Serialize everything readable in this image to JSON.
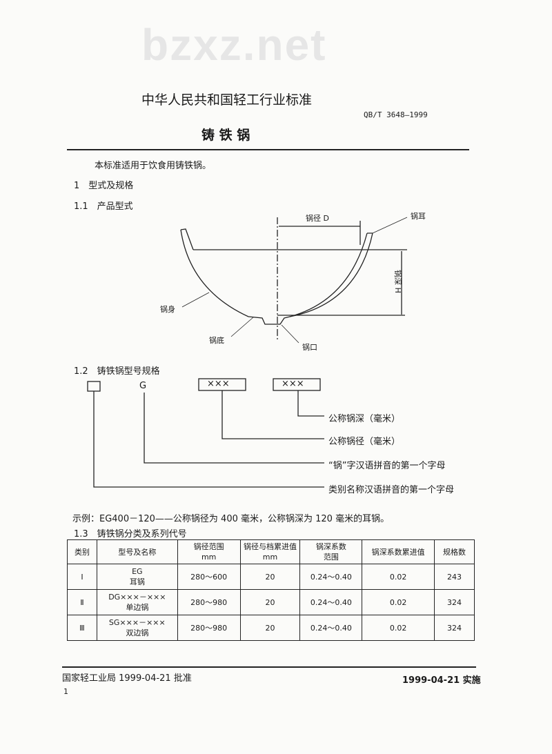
{
  "watermark": "bzxz.net",
  "header": {
    "title": "中华人民共和国轻工行业标准",
    "code": "QB/T 3648—1999",
    "doc_title": "铸 铁 锅"
  },
  "intro": "本标准适用于饮食用铸铁锅。",
  "s1": "1　型式及规格",
  "s11": "1.1　产品型式",
  "fig1": {
    "diameter": "锅径 D",
    "ear": "锅耳",
    "depth": "锅深 H",
    "body": "锅身",
    "bottom": "锅底",
    "mouth": "锅口"
  },
  "s12": "1.2　铸铁锅型号规格",
  "fig2": {
    "g": "G",
    "box1": "×××",
    "box2": "×××",
    "l1": "公称锅深（毫米）",
    "l2": "公称锅径（毫米）",
    "l3": "“锅”字汉语拼音的第一个字母",
    "l4": "类别名称汉语拼音的第一个字母"
  },
  "example": "示例：EG400－120——公称锅径为 400 毫米，公称锅深为 120 毫米的耳锅。",
  "s13": "1.3　铸铁锅分类及系列代号",
  "table": {
    "headers": [
      "类别",
      "型号及名称",
      "锅径范围\nmm",
      "锅径与档累进值\nmm",
      "锅深系数\n范围",
      "锅深系数累进值",
      "规格数"
    ],
    "rows": [
      [
        "Ⅰ",
        "EG\n耳锅",
        "280～600",
        "20",
        "0.24～0.40",
        "0.02",
        "243"
      ],
      [
        "Ⅱ",
        "DG×××－×××\n单边锅",
        "280～980",
        "20",
        "0.24～0.40",
        "0.02",
        "324"
      ],
      [
        "Ⅲ",
        "SG×××－×××\n双边锅",
        "280～980",
        "20",
        "0.24～0.40",
        "0.02",
        "324"
      ]
    ]
  },
  "footer": {
    "approve": "国家轻工业局 1999-04-21 批准",
    "implement": "1999-04-21 实施",
    "page": "1"
  }
}
